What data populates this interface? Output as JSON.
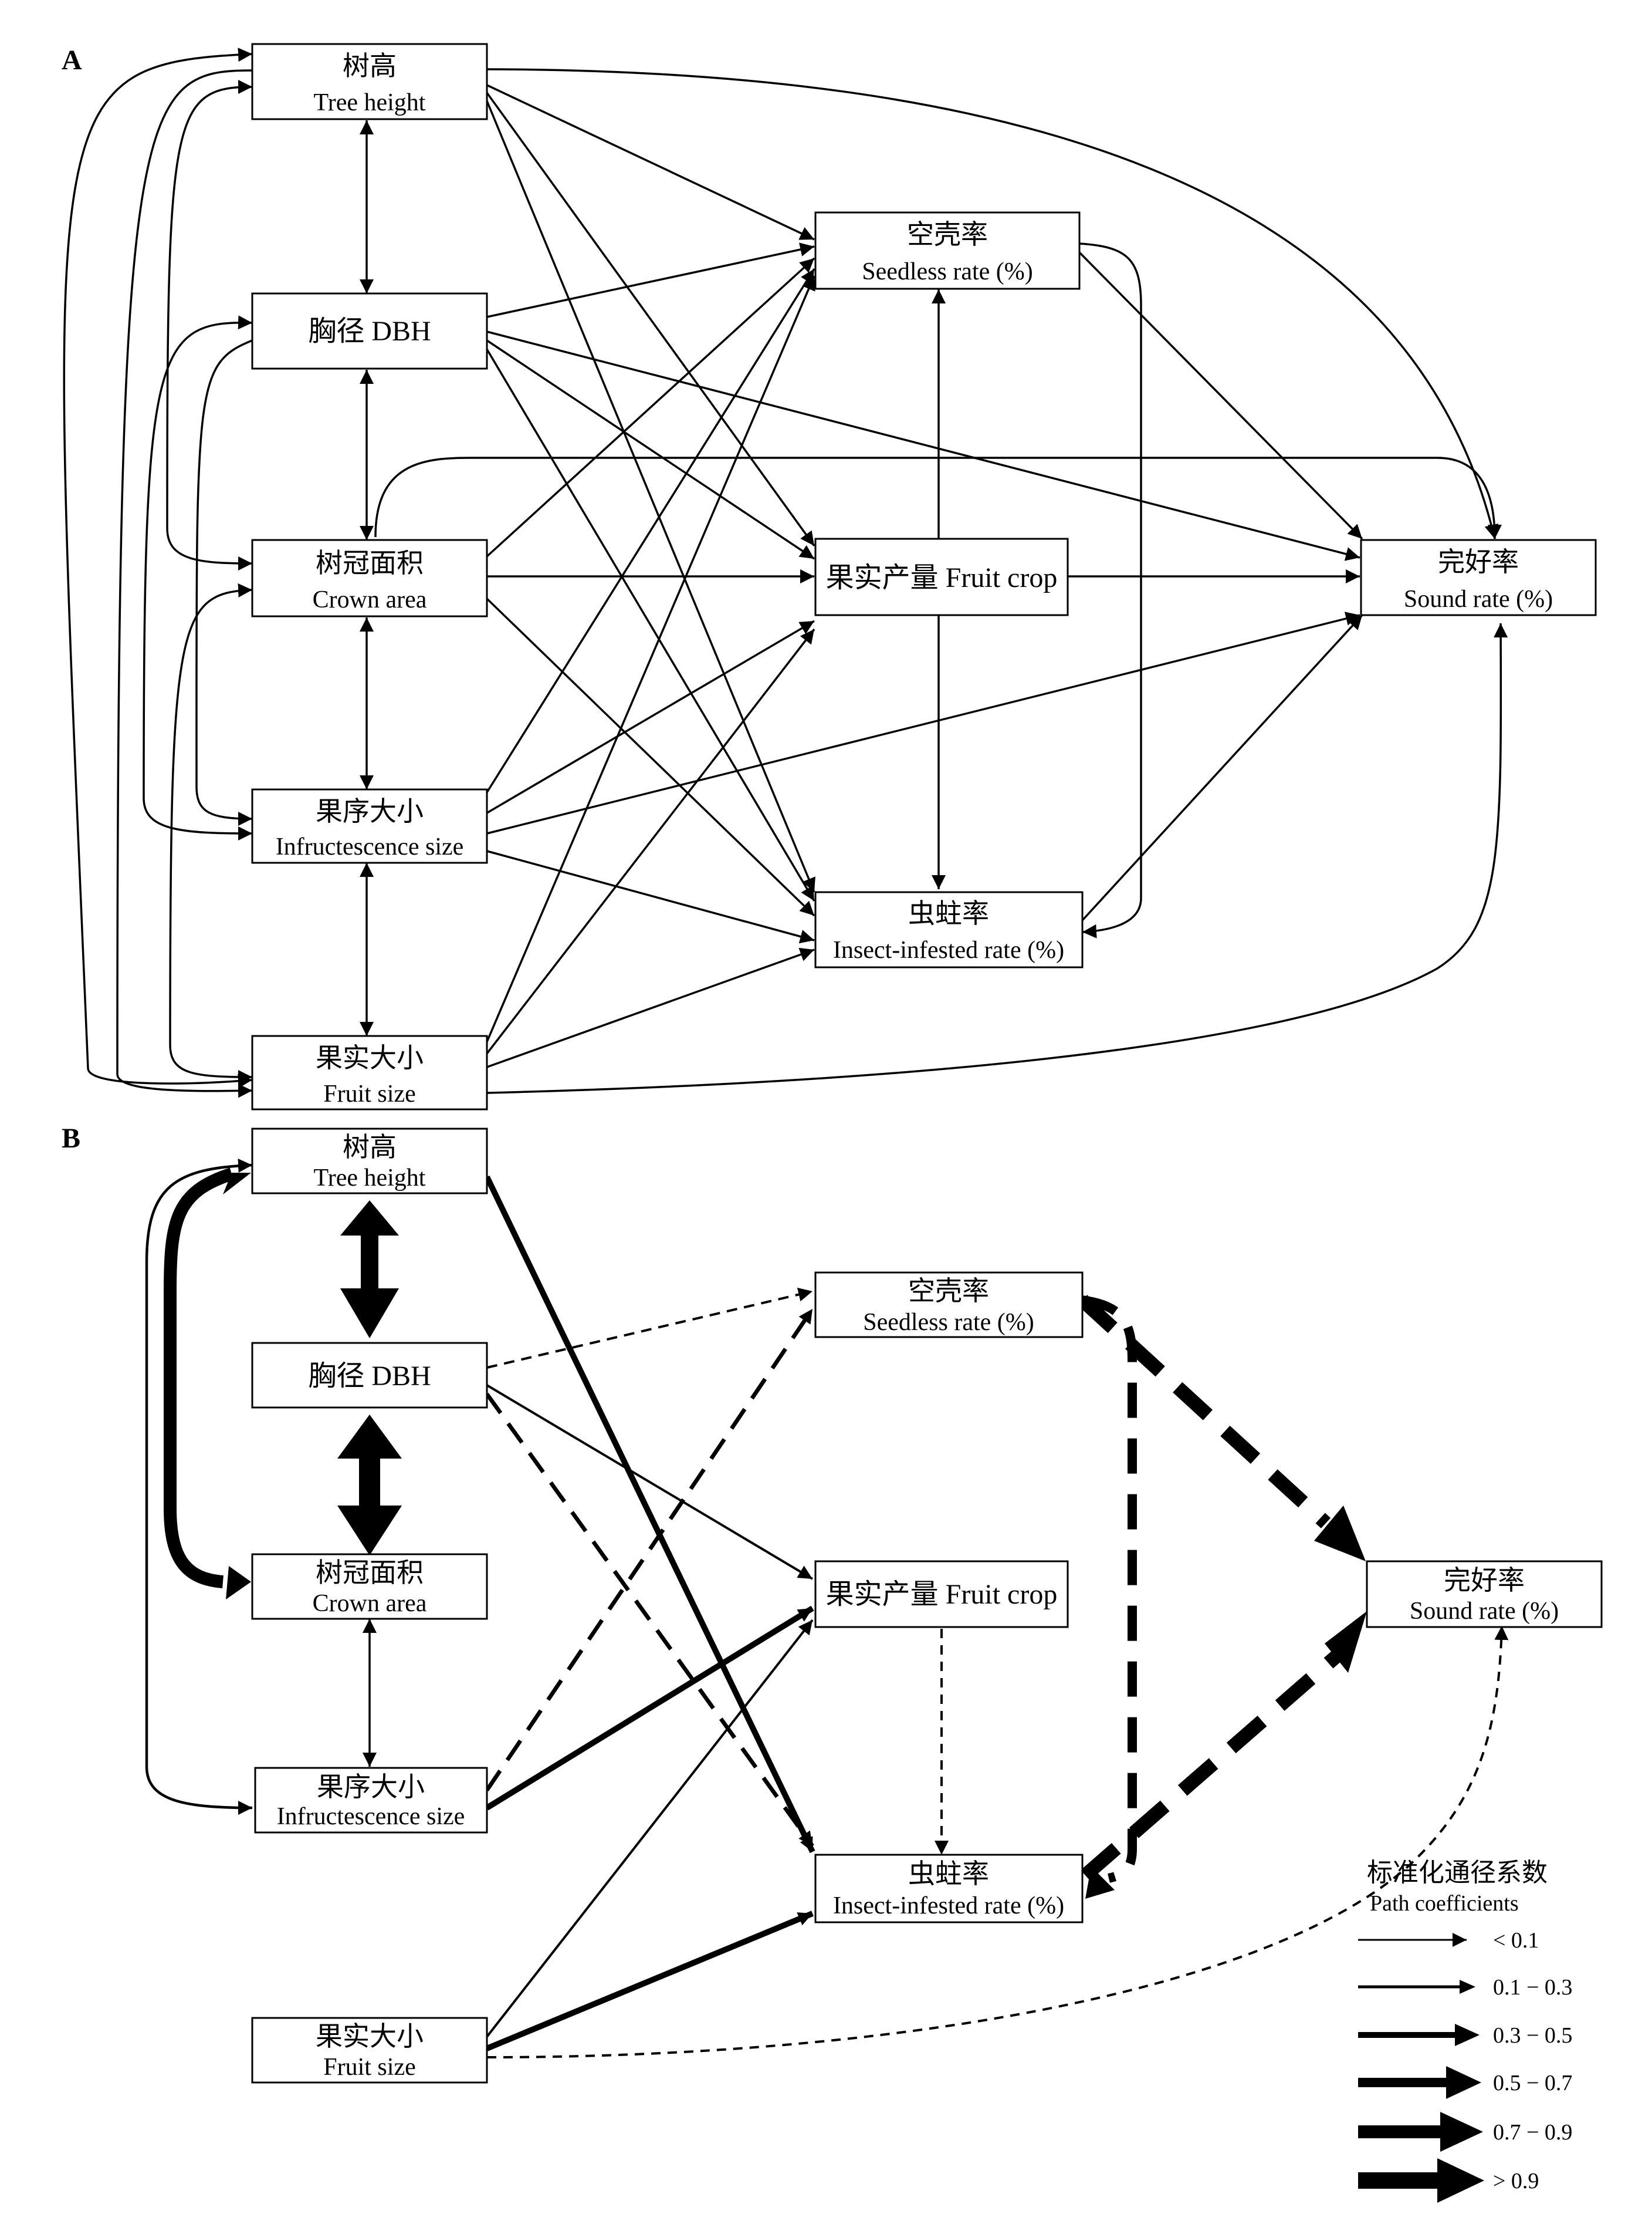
{
  "panels": {
    "a": {
      "letter": "A",
      "nodes": {
        "tree_height": {
          "cn": "树高",
          "en": "Tree height"
        },
        "dbh": {
          "label": "胸径 DBH"
        },
        "crown_area": {
          "cn": "树冠面积",
          "en": "Crown area"
        },
        "infructescence_size": {
          "cn": "果序大小",
          "en": "Infructescence size"
        },
        "fruit_size": {
          "cn": "果实大小",
          "en": "Fruit size"
        },
        "seedless_rate": {
          "cn": "空壳率",
          "en": "Seedless rate (%)"
        },
        "fruit_crop": {
          "label": "果实产量 Fruit crop"
        },
        "insect_rate": {
          "cn": "虫蛀率",
          "en": "Insect-infested rate (%)"
        },
        "sound_rate": {
          "cn": "完好率",
          "en": "Sound rate (%)"
        }
      }
    },
    "b": {
      "letter": "B",
      "nodes": {
        "tree_height": {
          "cn": "树高",
          "en": "Tree height"
        },
        "dbh": {
          "label": "胸径 DBH"
        },
        "crown_area": {
          "cn": "树冠面积",
          "en": "Crown area"
        },
        "infructescence_size": {
          "cn": "果序大小",
          "en": "Infructescence size"
        },
        "fruit_size": {
          "cn": "果实大小",
          "en": "Fruit size"
        },
        "seedless_rate": {
          "cn": "空壳率",
          "en": "Seedless rate (%)"
        },
        "fruit_crop": {
          "label": "果实产量 Fruit crop"
        },
        "insect_rate": {
          "cn": "虫蛀率",
          "en": "Insect-infested rate (%)"
        },
        "sound_rate": {
          "cn": "完好率",
          "en": "Sound rate (%)"
        }
      }
    }
  },
  "legend": {
    "title_cn": "标准化通径系数",
    "title_en": "Path coefficients",
    "items": [
      "< 0.1",
      "0.1 − 0.3",
      "0.3 − 0.5",
      "0.5 − 0.7",
      "0.7 − 0.9",
      "> 0.9"
    ]
  }
}
